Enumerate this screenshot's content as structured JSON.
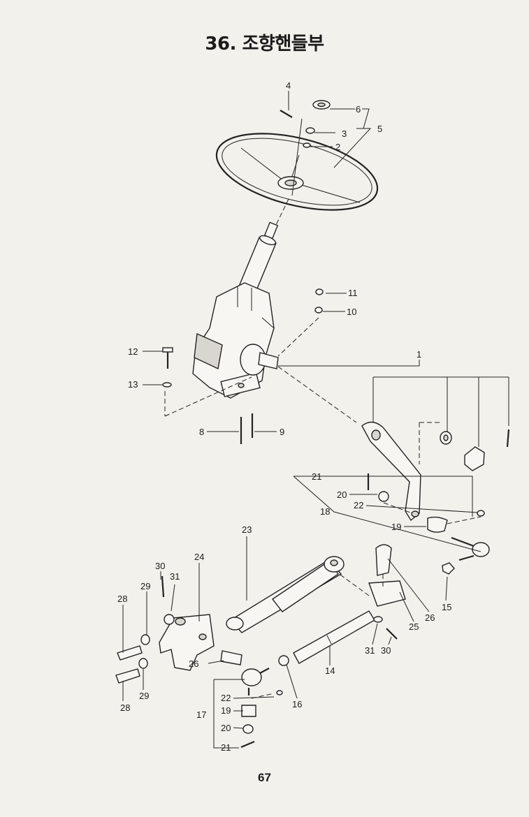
{
  "page": {
    "title": "36. 조향핸들부",
    "page_number": "67"
  },
  "callouts": {
    "c1": "1",
    "c2": "2",
    "c3": "3",
    "c4": "4",
    "c5": "5",
    "c6": "6",
    "c8": "8",
    "c9": "9",
    "c10": "10",
    "c11": "11",
    "c12": "12",
    "c13": "13",
    "c14": "14",
    "c15": "15",
    "c16": "16",
    "c17": "17",
    "c18": "18",
    "c19a": "19",
    "c19b": "19",
    "c20a": "20",
    "c20b": "20",
    "c21a": "21",
    "c21b": "21",
    "c22a": "22",
    "c22b": "22",
    "c23": "23",
    "c24": "24",
    "c25": "25",
    "c26a": "26",
    "c26b": "26",
    "c28a": "28",
    "c28b": "28",
    "c29a": "29",
    "c29b": "29",
    "c30a": "30",
    "c30b": "30",
    "c31a": "31",
    "c31b": "31"
  }
}
